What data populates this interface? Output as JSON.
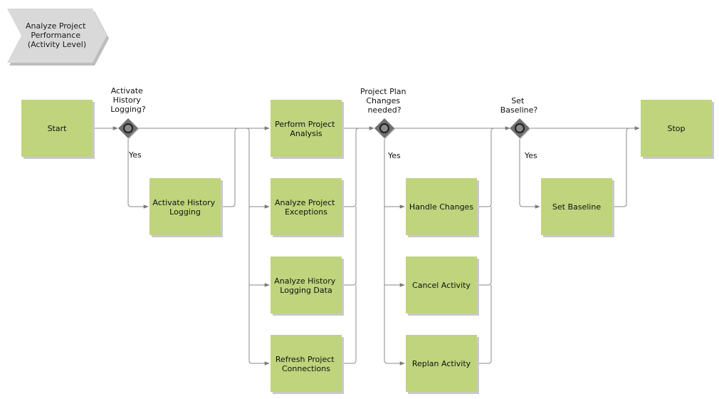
{
  "process": {
    "title_lines": [
      "Analyze Project",
      "Performance",
      "(Activity Level)"
    ]
  },
  "colors": {
    "task_fill": "#bfd47c",
    "task_shadow": "#c9c9c9",
    "chevron_fill": "#d9d9d9",
    "chevron_shadow": "#bdbdbd",
    "gateway_fill": "#707070",
    "gateway_ring": "#1e1e1e",
    "connector": "#8a8a8a"
  },
  "nodes": {
    "start": "Start",
    "activate_history": [
      "Activate History",
      "Logging"
    ],
    "perform_analysis": [
      "Perform Project",
      "Analysis"
    ],
    "analyze_exceptions": [
      "Analyze Project",
      "Exceptions"
    ],
    "analyze_history_data": [
      "Analyze History",
      "Logging Data"
    ],
    "refresh_connections": [
      "Refresh Project",
      "Connections"
    ],
    "handle_changes": "Handle Changes",
    "cancel_activity": "Cancel Activity",
    "replan_activity": "Replan Activity",
    "set_baseline": "Set Baseline",
    "stop": "Stop"
  },
  "gateways": {
    "history": [
      "Activate",
      "History",
      "Logging?"
    ],
    "changes": [
      "Project Plan",
      "Changes",
      "needed?"
    ],
    "baseline": [
      "Set",
      "Baseline?"
    ]
  },
  "edge_labels": {
    "history_yes": "Yes",
    "changes_yes": "Yes",
    "baseline_yes": "Yes"
  }
}
